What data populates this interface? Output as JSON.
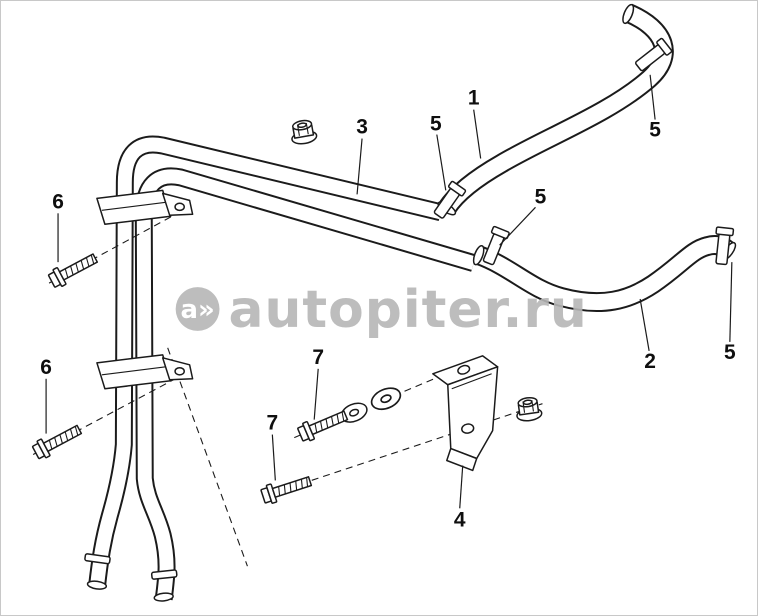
{
  "diagram": {
    "watermark": {
      "logo": "a»",
      "text": "autopiter.ru"
    },
    "callouts": [
      {
        "id": "callout-1",
        "label": "1"
      },
      {
        "id": "callout-2",
        "label": "2"
      },
      {
        "id": "callout-3",
        "label": "3"
      },
      {
        "id": "callout-4",
        "label": "4"
      },
      {
        "id": "callout-5-top-clamp",
        "label": "5"
      },
      {
        "id": "callout-5-upper-joint-clamp",
        "label": "5"
      },
      {
        "id": "callout-5-lower-joint-clamp",
        "label": "5"
      },
      {
        "id": "callout-5-right-clamp",
        "label": "5"
      },
      {
        "id": "callout-6-upper-bolt",
        "label": "6"
      },
      {
        "id": "callout-6-lower-bolt",
        "label": "6"
      },
      {
        "id": "callout-7-upper-bolt",
        "label": "7"
      },
      {
        "id": "callout-7-lower-bolt",
        "label": "7"
      }
    ]
  }
}
